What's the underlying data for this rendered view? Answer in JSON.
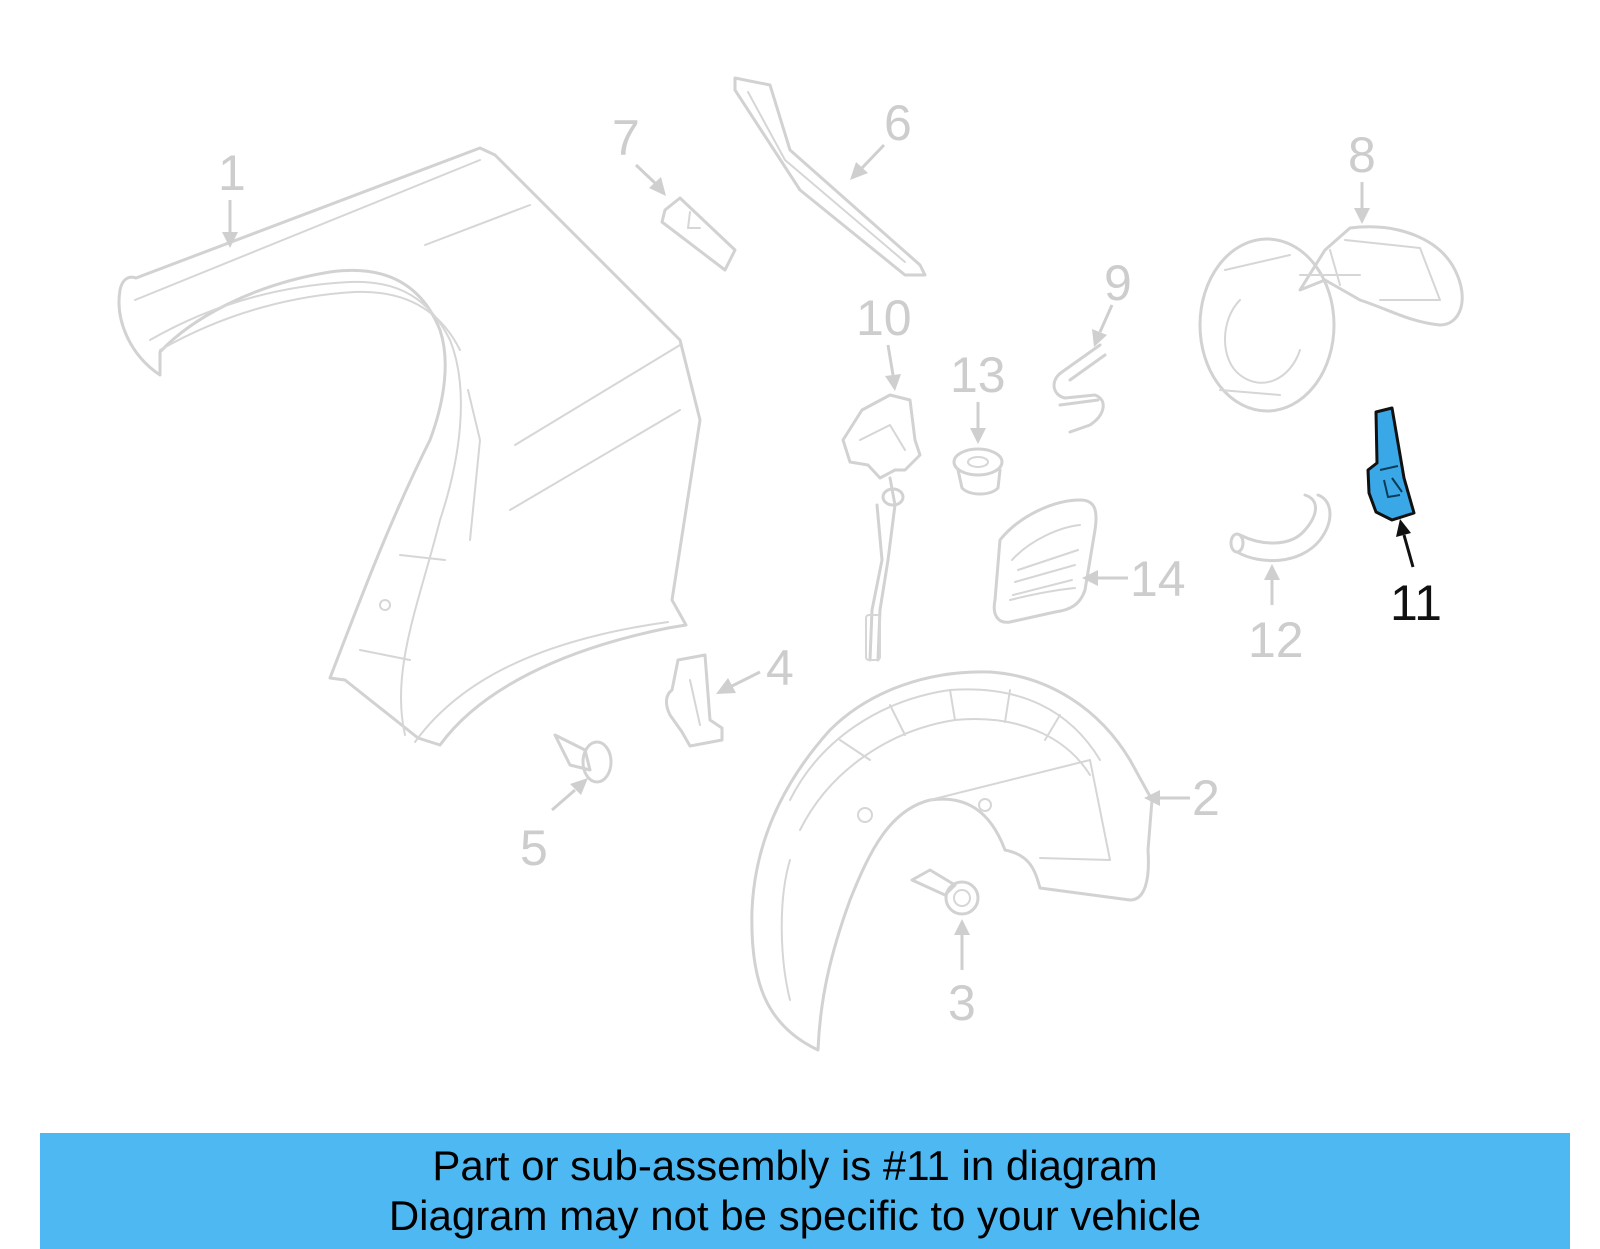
{
  "diagram": {
    "highlighted_part": "11",
    "highlight_color": "#3aa7e6",
    "line_color": "#d2d2d2",
    "callouts": [
      {
        "id": "c1",
        "label": "1"
      },
      {
        "id": "c2",
        "label": "2"
      },
      {
        "id": "c3",
        "label": "3"
      },
      {
        "id": "c4",
        "label": "4"
      },
      {
        "id": "c5",
        "label": "5"
      },
      {
        "id": "c6",
        "label": "6"
      },
      {
        "id": "c7",
        "label": "7"
      },
      {
        "id": "c8",
        "label": "8"
      },
      {
        "id": "c9",
        "label": "9"
      },
      {
        "id": "c10",
        "label": "10"
      },
      {
        "id": "c11",
        "label": "11"
      },
      {
        "id": "c12",
        "label": "12"
      },
      {
        "id": "c13",
        "label": "13"
      },
      {
        "id": "c14",
        "label": "14"
      }
    ]
  },
  "banner": {
    "line1": "Part or sub-assembly is #11 in diagram",
    "line2": "Diagram may not be specific to your vehicle",
    "background": "#4db8f2"
  }
}
